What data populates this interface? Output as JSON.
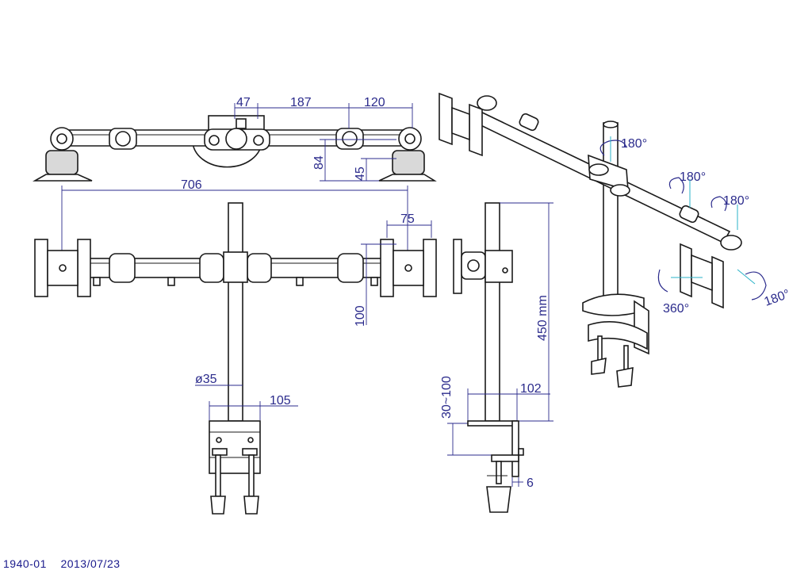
{
  "dimensions": {
    "top_47": "47",
    "top_187": "187",
    "top_120": "120",
    "top_84": "84",
    "top_45": "45",
    "width_706": "706",
    "plate_75": "75",
    "plate_100": "100",
    "pole_diameter": "ø35",
    "clamp_105": "105",
    "height_450": "450 mm",
    "desk_range": "30~100",
    "side_102": "102",
    "side_6": "6"
  },
  "rotations": {
    "r1": "180°",
    "r2": "180°",
    "r3": "180°",
    "r4": "360°",
    "r5": "180°"
  },
  "footer": {
    "model": "1940-01",
    "date": "2013/07/23"
  }
}
